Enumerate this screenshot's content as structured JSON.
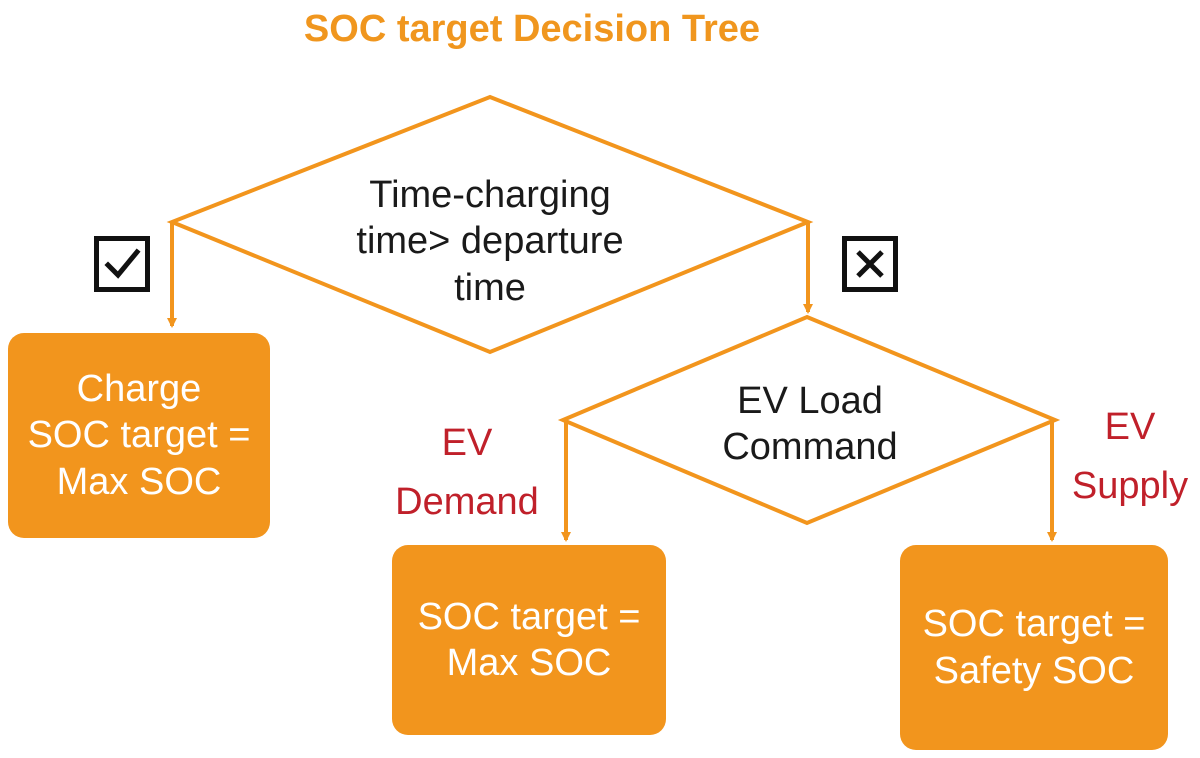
{
  "title": "SOC target Decision Tree",
  "decisions": {
    "time_check": {
      "line1": "Time-charging",
      "line2": "time> departure",
      "line3": "time"
    },
    "load_command": {
      "line1": "EV Load",
      "line2": "Command"
    }
  },
  "branch_labels": {
    "yes": "check-mark",
    "no": "x-mark",
    "ev_demand": {
      "line1": "EV",
      "line2": "Demand"
    },
    "ev_supply": {
      "line1": "EV",
      "line2": "Supply"
    }
  },
  "outcomes": {
    "charge_max": {
      "line1": "Charge",
      "line2": "SOC target =",
      "line3": "Max SOC"
    },
    "demand_max": {
      "line1": "SOC target =",
      "line2": "Max SOC"
    },
    "supply_safety": {
      "line1": "SOC target =",
      "line2": "Safety SOC"
    }
  },
  "colors": {
    "accent": "#f2951d",
    "label_red": "#c0202a",
    "text": "#1a1a1a"
  }
}
